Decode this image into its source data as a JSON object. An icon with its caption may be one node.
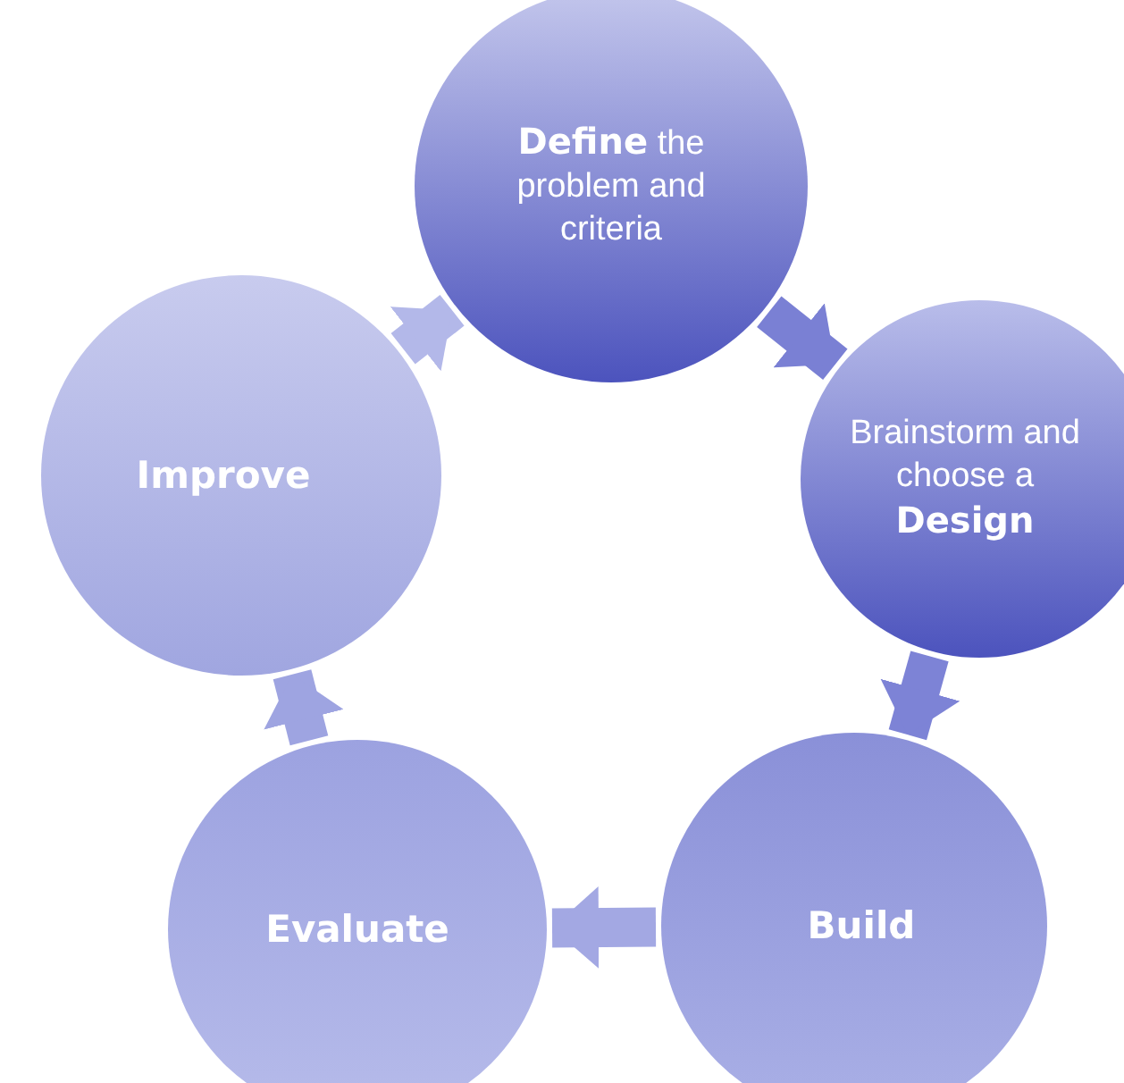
{
  "diagram": {
    "nodes": [
      {
        "text": [
          "**Define** the problem and criteria"
        ]
      },
      {
        "text": [
          "Brainstorm and choose a **Design**"
        ]
      },
      {
        "text": [
          "Build"
        ]
      },
      {
        "text": [
          "Evaluate"
        ]
      },
      {
        "text": [
          "Improve"
        ]
      }
    ],
    "edges": [
      {
        "from": 0,
        "to": 1,
        "arrow": "to"
      },
      {
        "from": 1,
        "to": 2,
        "arrow": "to"
      },
      {
        "from": 2,
        "to": 3,
        "arrow": "to"
      },
      {
        "from": 3,
        "to": 4,
        "arrow": "to"
      },
      {
        "from": 4,
        "to": 0,
        "arrow": "to"
      }
    ]
  }
}
